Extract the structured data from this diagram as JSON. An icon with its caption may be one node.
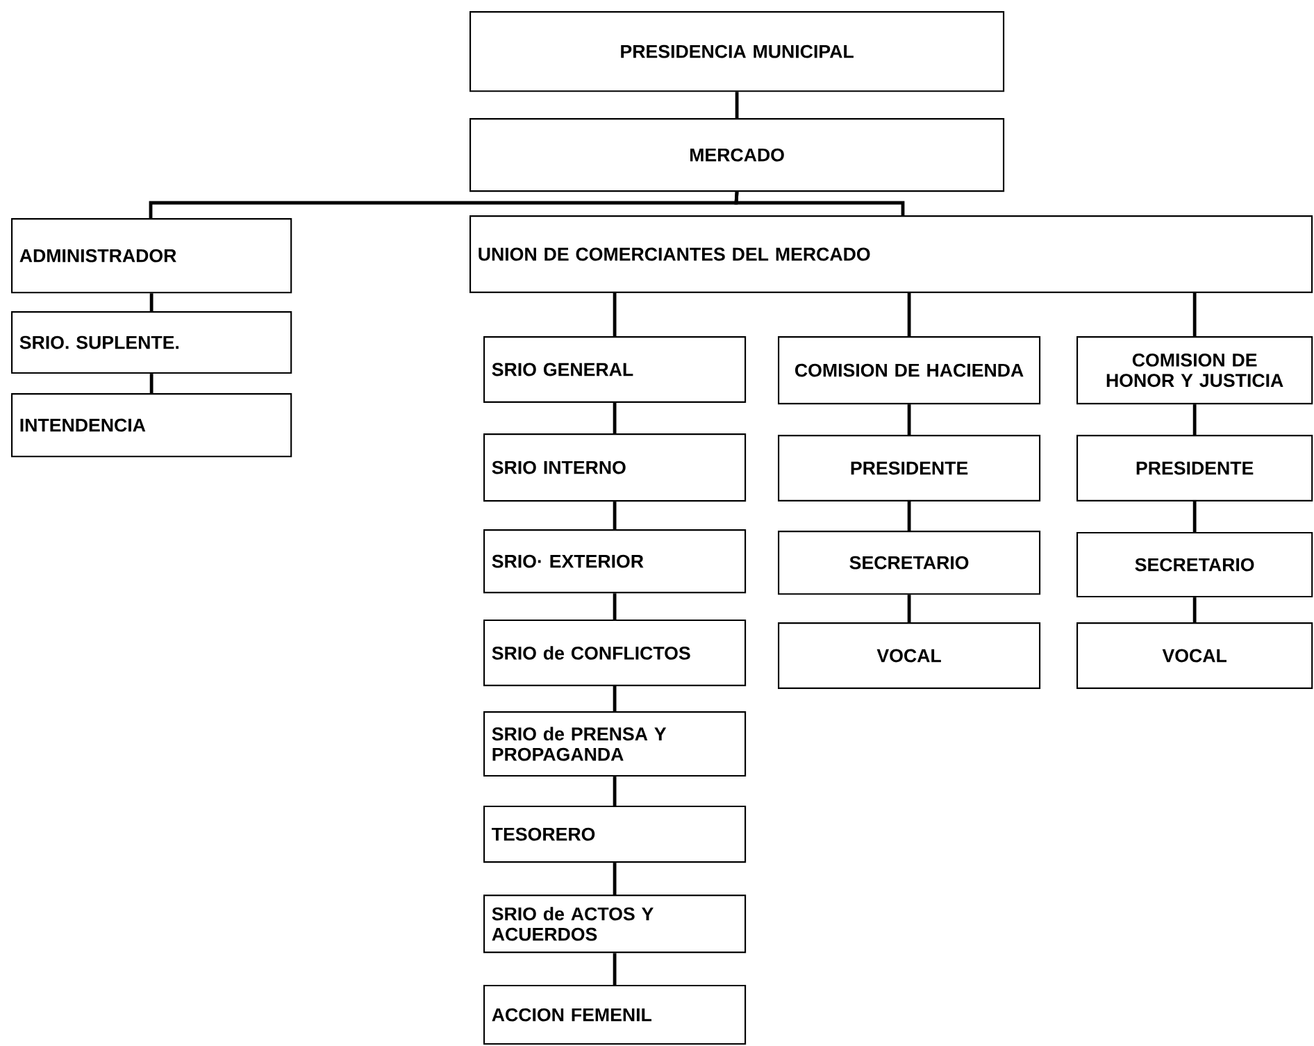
{
  "diagram": {
    "nodes": [
      {
        "text": [
          "PRESIDENCIA MUNICIPAL"
        ]
      },
      {
        "text": [
          "MERCADO"
        ]
      },
      {
        "text": [
          "ADMINISTRADOR"
        ]
      },
      {
        "text": [
          "SRIO. SUPLENTE."
        ]
      },
      {
        "text": [
          "INTENDENCIA"
        ]
      },
      {
        "text": [
          "UNION DE COMERCIANTES DEL MERCADO"
        ]
      },
      {
        "text": [
          "SRIO GENERAL"
        ]
      },
      {
        "text": [
          "SRIO INTERNO"
        ]
      },
      {
        "text": [
          "SRIO· EXTERIOR"
        ]
      },
      {
        "text": [
          "SRIO de CONFLICTOS"
        ]
      },
      {
        "text": [
          "SRIO de PRENSA Y PROPAGANDA"
        ]
      },
      {
        "text": [
          "TESORERO"
        ]
      },
      {
        "text": [
          "SRIO de ACTOS Y ACUERDOS"
        ]
      },
      {
        "text": [
          "ACCION FEMENIL"
        ]
      },
      {
        "text": [
          "COMISION DE HACIENDA"
        ]
      },
      {
        "text": [
          "PRESIDENTE"
        ]
      },
      {
        "text": [
          "SECRETARIO"
        ]
      },
      {
        "text": [
          "VOCAL"
        ]
      },
      {
        "text": [
          "COMISION DE HONOR Y JUSTICIA"
        ]
      },
      {
        "text": [
          "PRESIDENTE"
        ]
      },
      {
        "text": [
          "SECRETARIO"
        ]
      },
      {
        "text": [
          "VOCAL"
        ]
      }
    ],
    "edges": [
      {
        "from": 0,
        "to": 1,
        "arrow": "none"
      },
      {
        "from": 1,
        "to": 2,
        "arrow": "none"
      },
      {
        "from": 1,
        "to": 5,
        "arrow": "none"
      },
      {
        "from": 2,
        "to": 3,
        "arrow": "none"
      },
      {
        "from": 3,
        "to": 4,
        "arrow": "none"
      },
      {
        "from": 5,
        "to": 6,
        "arrow": "none"
      },
      {
        "from": 6,
        "to": 7,
        "arrow": "none"
      },
      {
        "from": 7,
        "to": 8,
        "arrow": "none"
      },
      {
        "from": 8,
        "to": 9,
        "arrow": "none"
      },
      {
        "from": 9,
        "to": 10,
        "arrow": "none"
      },
      {
        "from": 10,
        "to": 11,
        "arrow": "none"
      },
      {
        "from": 11,
        "to": 12,
        "arrow": "none"
      },
      {
        "from": 12,
        "to": 13,
        "arrow": "none"
      },
      {
        "from": 5,
        "to": 14,
        "arrow": "none"
      },
      {
        "from": 14,
        "to": 15,
        "arrow": "none"
      },
      {
        "from": 15,
        "to": 16,
        "arrow": "none"
      },
      {
        "from": 16,
        "to": 17,
        "arrow": "none"
      },
      {
        "from": 5,
        "to": 18,
        "arrow": "none"
      },
      {
        "from": 18,
        "to": 19,
        "arrow": "none"
      },
      {
        "from": 19,
        "to": 20,
        "arrow": "none"
      },
      {
        "from": 20,
        "to": 21,
        "arrow": "none"
      }
    ]
  }
}
